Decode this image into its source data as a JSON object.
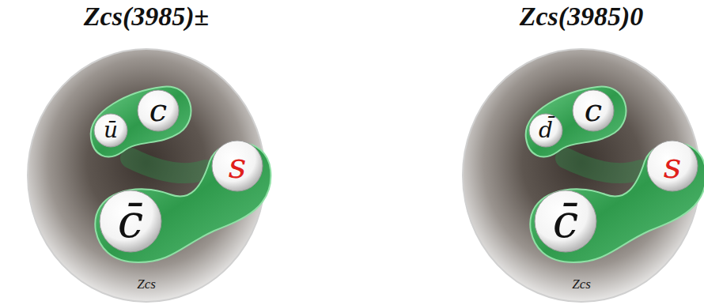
{
  "diagram": {
    "nodes": [
      {
        "text": [
          "Zcs(3985)±",
          "Zcs"
        ]
      },
      {
        "text": [
          "c"
        ],
        "in": 0
      },
      {
        "text": [
          "ū"
        ],
        "in": 0
      },
      {
        "text": [
          "s"
        ],
        "in": 0
      },
      {
        "text": [
          "c̄"
        ],
        "in": 0
      },
      {
        "text": [
          "Zcs(3985)0",
          "Zcs"
        ]
      },
      {
        "text": [
          "c"
        ],
        "in": 5
      },
      {
        "text": [
          "d̄"
        ],
        "in": 5
      },
      {
        "text": [
          "s"
        ],
        "in": 5
      },
      {
        "text": [
          "c̄"
        ],
        "in": 5
      }
    ]
  }
}
